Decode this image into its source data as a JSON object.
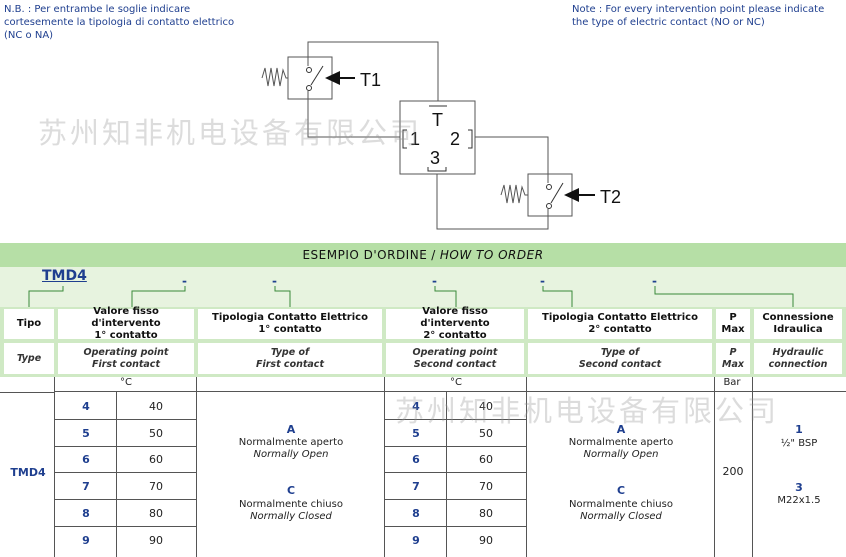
{
  "notes": {
    "italian": "N.B. : Per entrambe le soglie indicare\ncortesemente la tipologia di contatto elettrico\n(NC o NA)",
    "english": "Note : For every intervention point please indicate\nthe type of electric contact (NO or NC)"
  },
  "schematic": {
    "switch1_label": "T1",
    "switch2_label": "T2",
    "port_t": "T",
    "port_1": "1",
    "port_2": "2",
    "port_3": "3"
  },
  "watermark": "苏州知非机电设备有限公司",
  "order": {
    "title_it": "ESEMPIO D'ORDINE",
    "separator": "/",
    "title_en": "HOW TO ORDER",
    "model_code": "TMD4",
    "code_dash": "-"
  },
  "columns": [
    {
      "it": "Tipo",
      "en": "Type"
    },
    {
      "it": "Valore fisso d'intervento\n1° contatto",
      "en": "Operating point\nFirst contact"
    },
    {
      "it": "Tipologia Contatto Elettrico\n1° contatto",
      "en": "Type of\nFirst contact"
    },
    {
      "it": "Valore fisso d'intervento\n2° contatto",
      "en": "Operating point\nSecond contact"
    },
    {
      "it": "Tipologia Contatto Elettrico\n2° contatto",
      "en": "Type of\nSecond contact"
    },
    {
      "it": "P\nMax",
      "en": "P\nMax"
    },
    {
      "it": "Connessione\nIdraulica",
      "en": "Hydraulic\nconnection"
    }
  ],
  "units": {
    "temp1": "°C",
    "temp2": "°C",
    "pressure": "Bar"
  },
  "table": {
    "type_value": "TMD4",
    "set_points": [
      {
        "code": "4",
        "value": "40"
      },
      {
        "code": "5",
        "value": "50"
      },
      {
        "code": "6",
        "value": "60"
      },
      {
        "code": "7",
        "value": "70"
      },
      {
        "code": "8",
        "value": "80"
      },
      {
        "code": "9",
        "value": "90"
      }
    ],
    "contacts": [
      {
        "code": "A",
        "it": "Normalmente aperto",
        "en": "Normally Open"
      },
      {
        "code": "C",
        "it": "Normalmente chiuso",
        "en": "Normally Closed"
      }
    ],
    "p_max": "200",
    "connections": [
      {
        "code": "1",
        "label": "½\" BSP"
      },
      {
        "code": "3",
        "label": "M22x1.5"
      }
    ]
  }
}
